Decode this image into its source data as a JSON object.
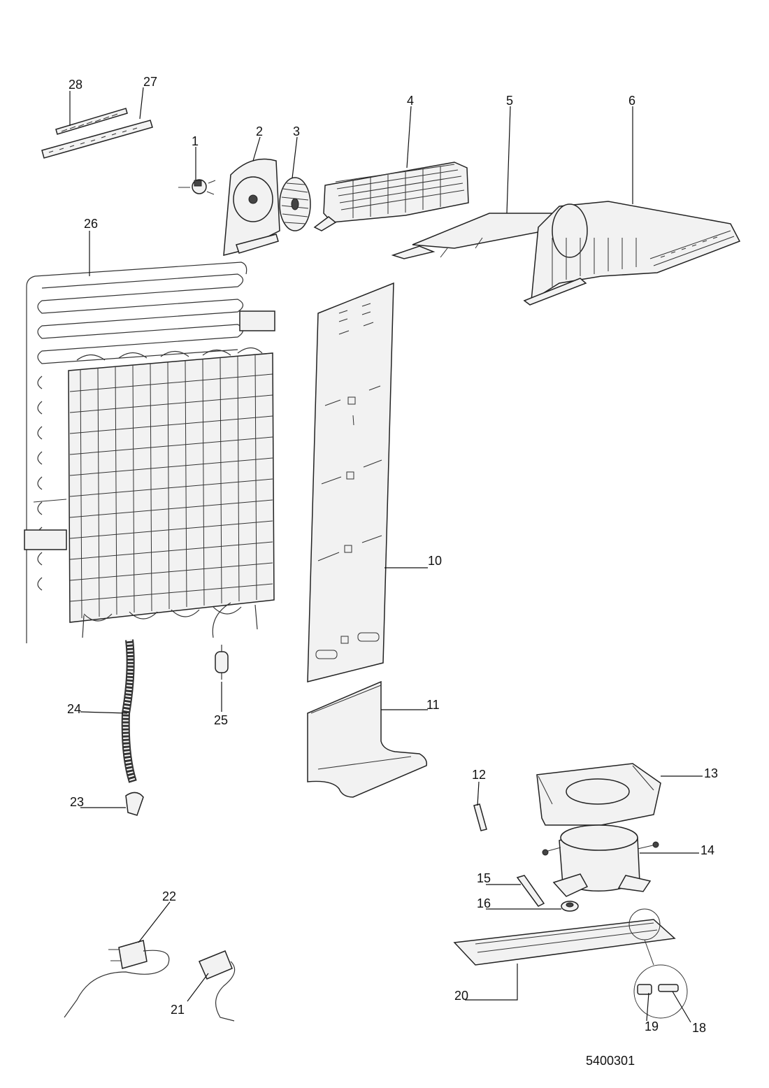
{
  "diagram": {
    "drawing_number": "5400301",
    "callouts": [
      "1",
      "2",
      "3",
      "4",
      "5",
      "6",
      "10",
      "11",
      "12",
      "13",
      "14",
      "15",
      "16",
      "18",
      "19",
      "20",
      "21",
      "22",
      "23",
      "24",
      "25",
      "26",
      "27",
      "28"
    ]
  },
  "parts": [
    {
      "id": "1",
      "icon": "thermostat-sensor-icon"
    },
    {
      "id": "2",
      "icon": "fan-housing-icon"
    },
    {
      "id": "3",
      "icon": "fan-blade-icon"
    },
    {
      "id": "4",
      "icon": "evaporator-icon"
    },
    {
      "id": "5",
      "icon": "evaporator-cover-plate-icon"
    },
    {
      "id": "6",
      "icon": "air-duct-tray-icon"
    },
    {
      "id": "10",
      "icon": "back-panel-icon"
    },
    {
      "id": "11",
      "icon": "compressor-cover-icon"
    },
    {
      "id": "12",
      "icon": "pin-icon"
    },
    {
      "id": "13",
      "icon": "drip-tray-icon"
    },
    {
      "id": "14",
      "icon": "compressor-icon"
    },
    {
      "id": "15",
      "icon": "clip-icon"
    },
    {
      "id": "16",
      "icon": "grommet-icon"
    },
    {
      "id": "18",
      "icon": "sleeve-icon"
    },
    {
      "id": "19",
      "icon": "bushing-icon"
    },
    {
      "id": "20",
      "icon": "compressor-base-plate-icon"
    },
    {
      "id": "21",
      "icon": "capacitor-icon"
    },
    {
      "id": "22",
      "icon": "power-cord-icon"
    },
    {
      "id": "23",
      "icon": "drain-cap-icon"
    },
    {
      "id": "24",
      "icon": "drain-hose-icon"
    },
    {
      "id": "25",
      "icon": "filter-drier-icon"
    },
    {
      "id": "26",
      "icon": "condenser-icon"
    },
    {
      "id": "27",
      "icon": "heater-rail-icon"
    },
    {
      "id": "28",
      "icon": "heater-strip-icon"
    }
  ]
}
